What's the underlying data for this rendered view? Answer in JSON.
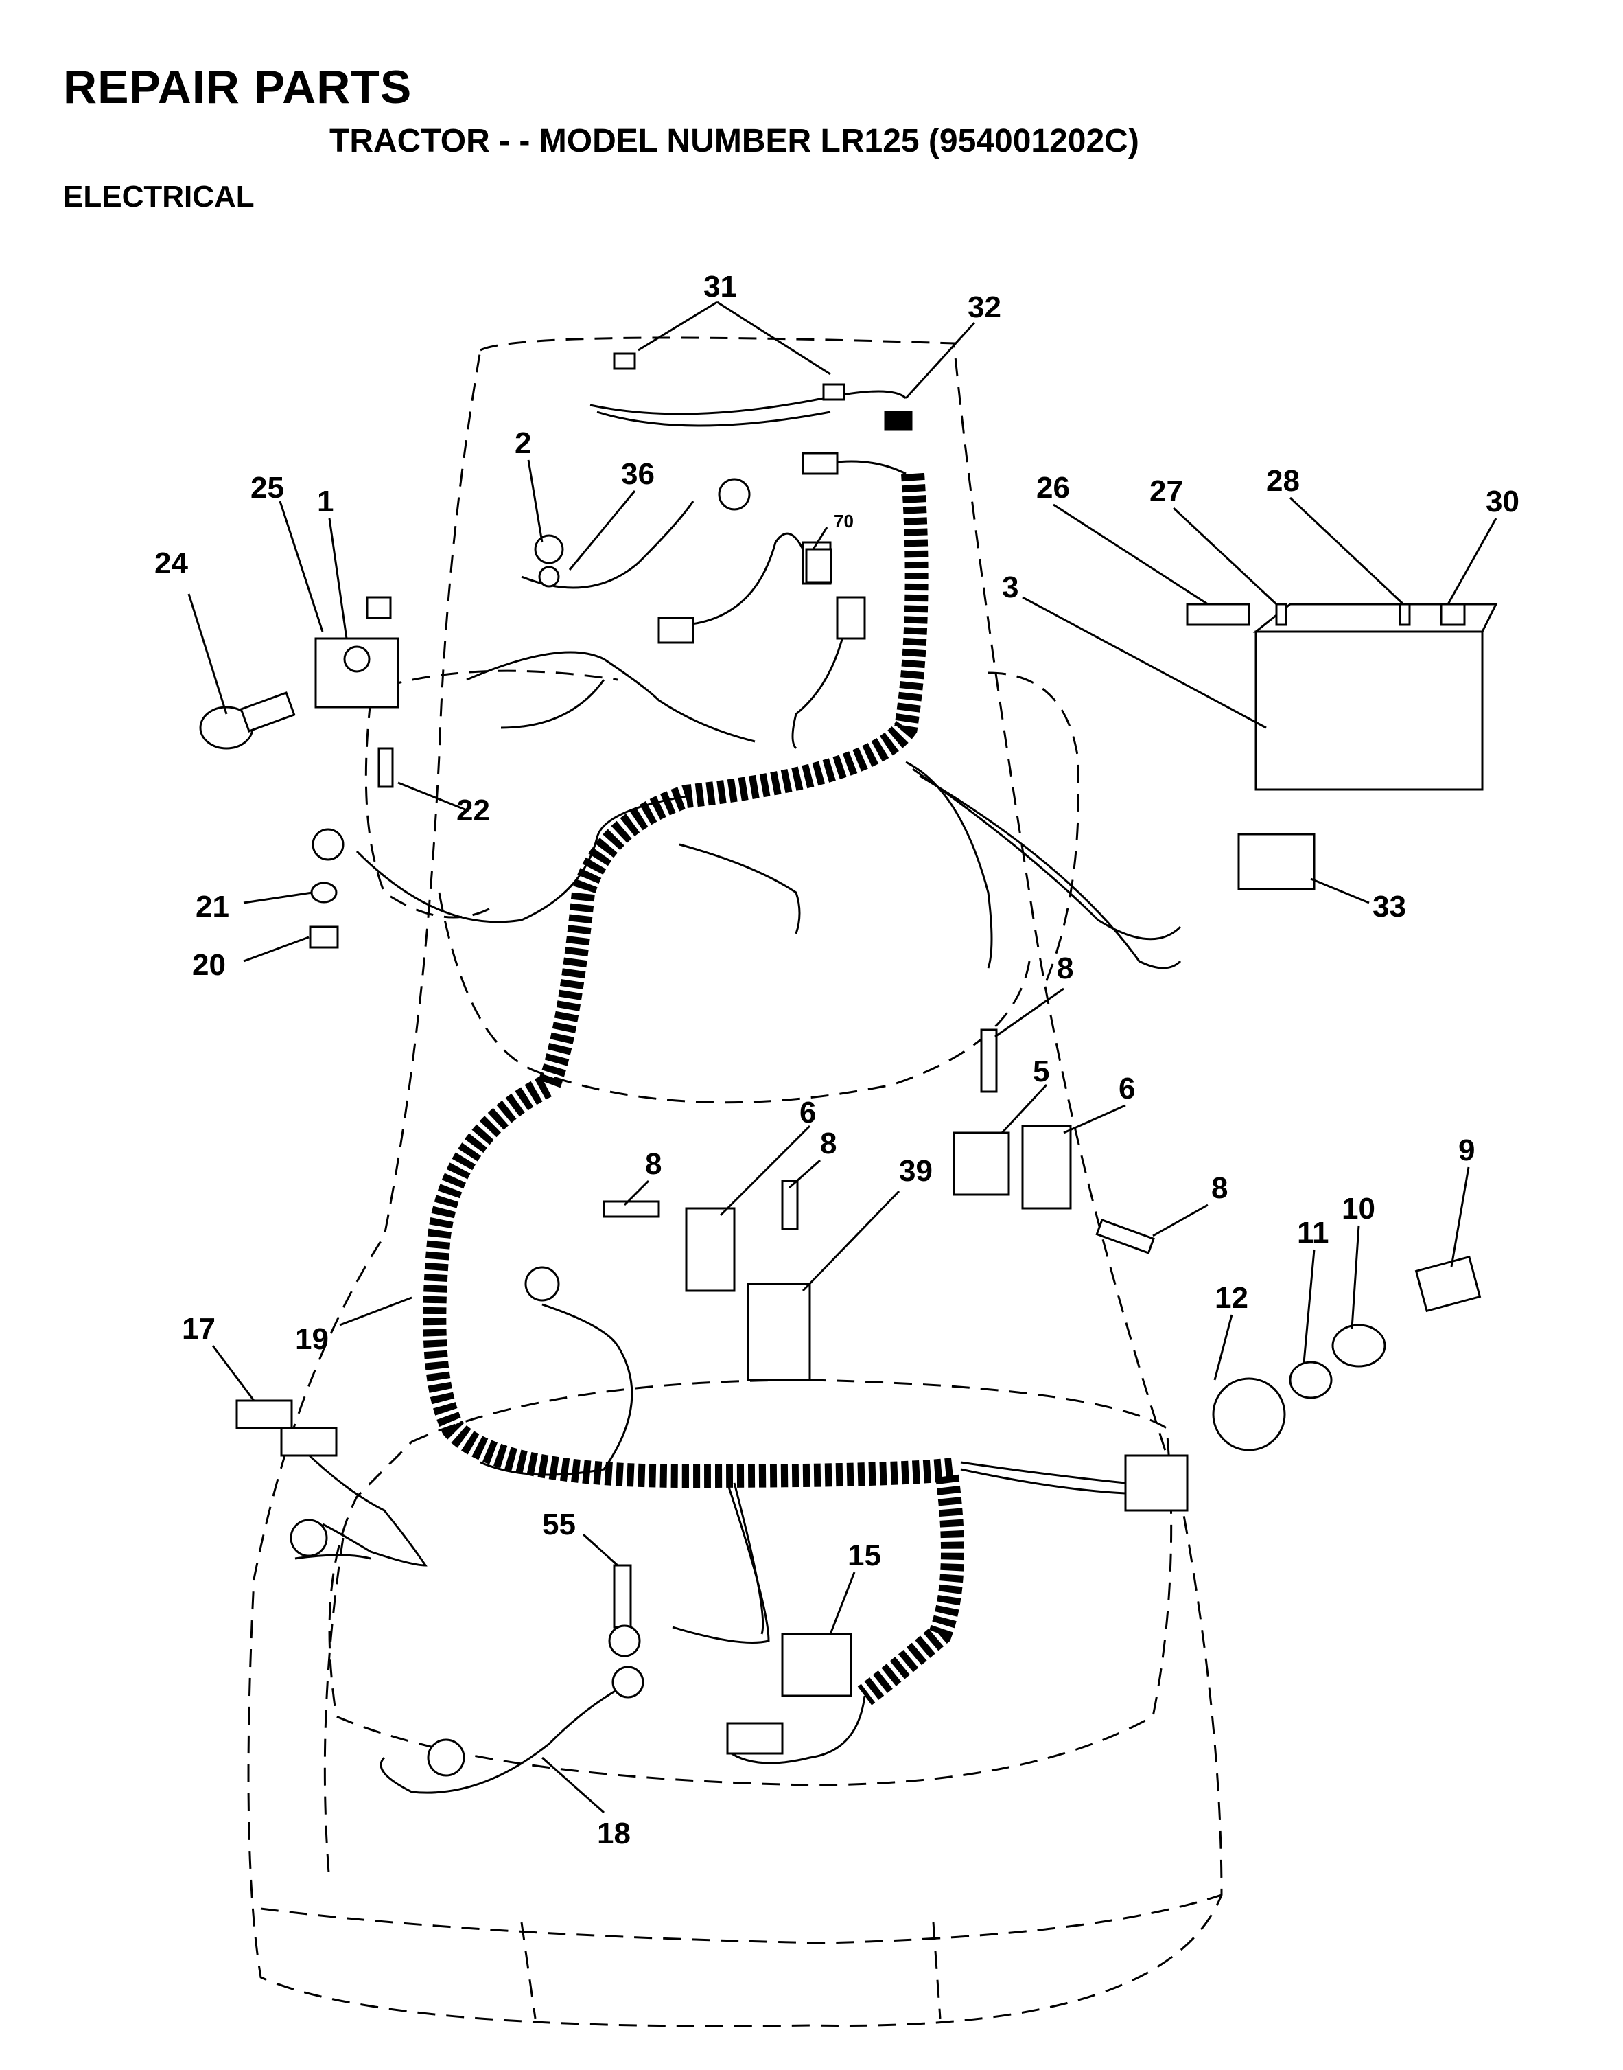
{
  "header": {
    "title": "REPAIR PARTS",
    "subtitle": "TRACTOR - - MODEL NUMBER LR125 (954001202C)",
    "section": "ELECTRICAL"
  },
  "callouts": {
    "c1": "1",
    "c2": "2",
    "c3": "3",
    "c5": "5",
    "c6a": "6",
    "c6b": "6",
    "c8a": "8",
    "c8b": "8",
    "c8c": "8",
    "c8d": "8",
    "c9": "9",
    "c10": "10",
    "c11": "11",
    "c12": "12",
    "c15": "15",
    "c17": "17",
    "c18": "18",
    "c19": "19",
    "c20": "20",
    "c21": "21",
    "c22": "22",
    "c24": "24",
    "c25": "25",
    "c26": "26",
    "c27": "27",
    "c28": "28",
    "c30": "30",
    "c31": "31",
    "c32": "32",
    "c33": "33",
    "c36": "36",
    "c39": "39",
    "c55": "55",
    "c70": "70"
  }
}
